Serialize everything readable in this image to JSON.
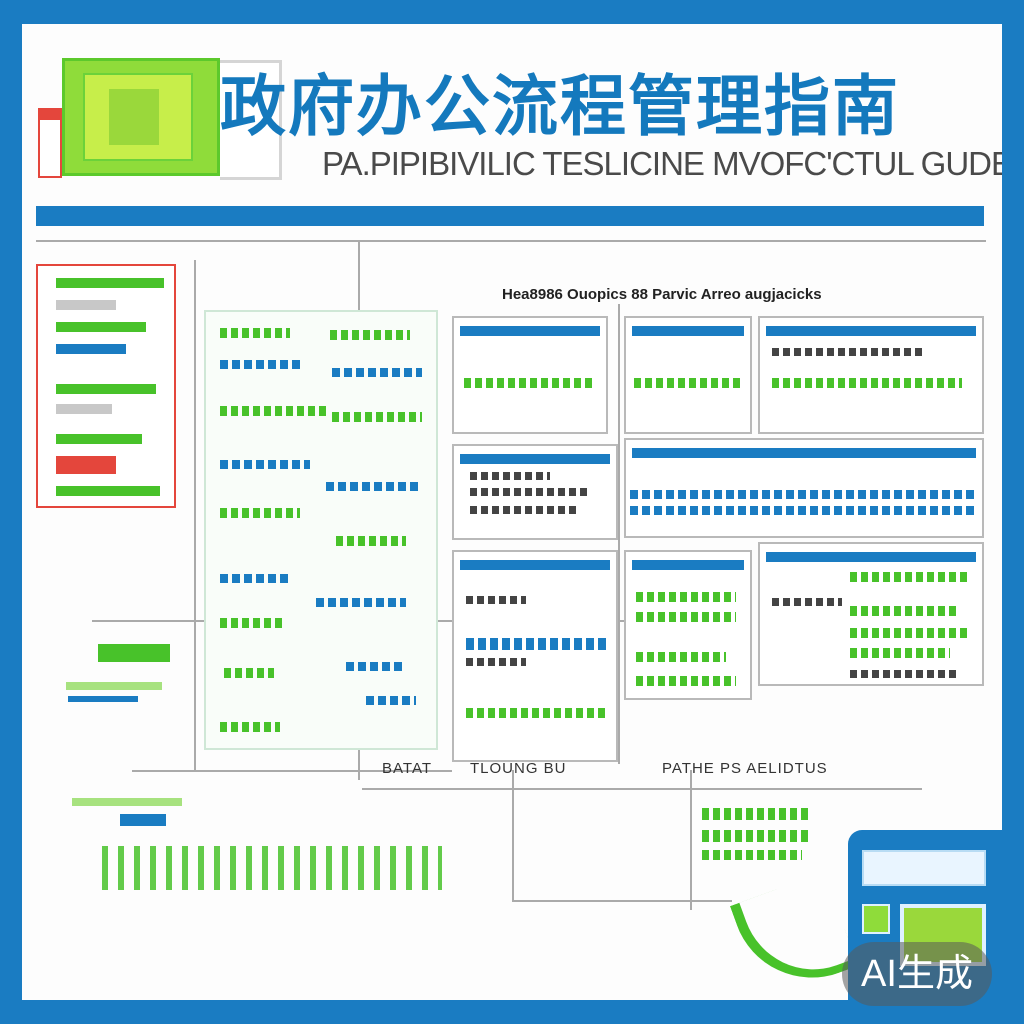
{
  "header": {
    "title_cn": "政府办公流程管理指南",
    "title_en": "PA.PIPIBIVILIC TESLICINE MVOFC'CTUL GUDE"
  },
  "main": {
    "section_heading": "Hea8986 Ouopics 88 Parvic Arreo augjacicks",
    "labels": [
      "BATAT",
      "TLOUNG BU",
      "PATHE PS AELIDTUS"
    ]
  },
  "colors": {
    "brand_blue": "#1a7cc2",
    "accent_green": "#48c22a",
    "alert_red": "#e4463c"
  },
  "badge": {
    "text": "AI生成"
  }
}
